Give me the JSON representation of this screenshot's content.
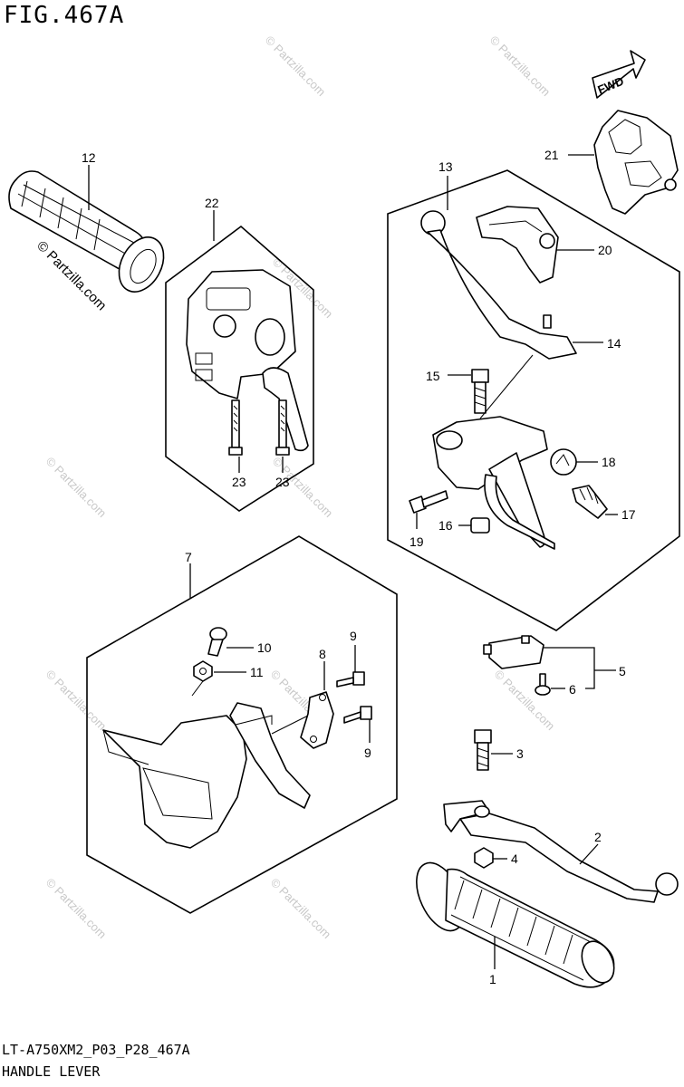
{
  "figure": {
    "title": "FIG.467A",
    "code": "LT-A750XM2_P03_P28_467A",
    "name": "HANDLE LEVER",
    "direction_label": "FWD",
    "watermark": "© Partzilla.com"
  },
  "callouts": {
    "c1": "1",
    "c2": "2",
    "c3": "3",
    "c4": "4",
    "c5": "5",
    "c6": "6",
    "c7": "7",
    "c8": "8",
    "c9a": "9",
    "c9b": "9",
    "c10": "10",
    "c11": "11",
    "c12": "12",
    "c13": "13",
    "c14": "14",
    "c15": "15",
    "c16": "16",
    "c17": "17",
    "c18": "18",
    "c19": "19",
    "c20": "20",
    "c21": "21",
    "c22": "22",
    "c23a": "23",
    "c23b": "23"
  }
}
